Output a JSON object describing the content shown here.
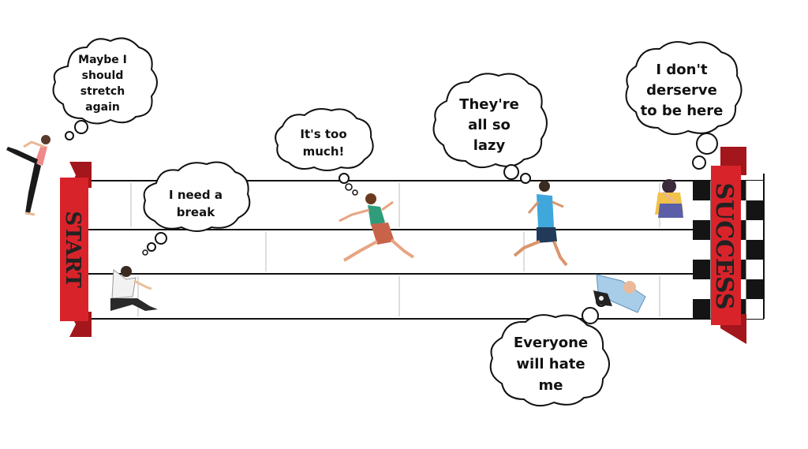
{
  "banners": {
    "start": "START",
    "finish": "SUCCESS"
  },
  "thoughts": {
    "stretch": [
      "Maybe I",
      "should",
      "stretch",
      "again"
    ],
    "break": [
      "I need a",
      "break"
    ],
    "too_much": [
      "It's too",
      "much!"
    ],
    "lazy": [
      "They're",
      "all so",
      "lazy"
    ],
    "deserve": [
      "I don't",
      "derserve",
      "to be here"
    ],
    "hate": [
      "Everyone",
      "will hate",
      "me"
    ]
  },
  "colors": {
    "banner_red": "#d9232a",
    "banner_dark": "#a3161b",
    "track_line": "#111111",
    "checker_black": "#141414",
    "checker_white": "#ffffff"
  }
}
